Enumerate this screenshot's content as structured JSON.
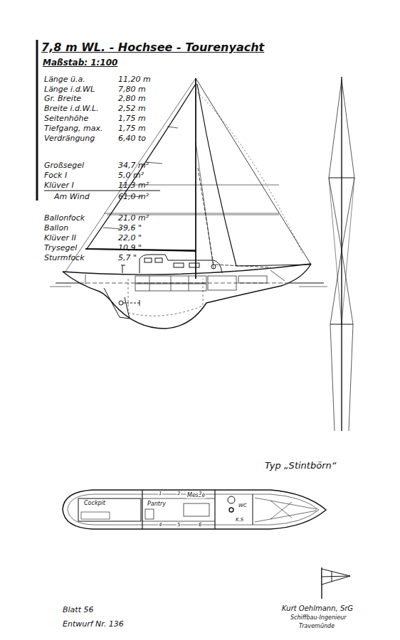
{
  "diagram": {
    "title": "7,8 m WL. - Hochsee - Tourenyacht",
    "labels": [
      "Maßstab: 1:100",
      "Länge ü.a.",
      "11,20 m",
      "Länge i.d.WL",
      "7,80 m",
      "Gr. Breite",
      "2,80 m",
      "Breite i.d.W.L.",
      "2,52 m",
      "Seitenhöhe",
      "1,75 m",
      "Tiefgang, max.",
      "1,75 m",
      "Verdrängung",
      "6,40 to",
      "Großsegel",
      "34,7 m²",
      "Fock I",
      "5,0 m²",
      "Klüver I",
      "11,3 m²",
      "Am Wind",
      "61,0 m²",
      "Ballonfock",
      "21,0 m²",
      "Ballon",
      "39,6 \"",
      "Klüver II",
      "22,0 \"",
      "Trysegel",
      "10,9 \"",
      "Sturmfock",
      "5,7 \"",
      "Typ „Stintbörn“",
      "Cockpit",
      "Pantry",
      "Messe",
      "WC",
      "K.S",
      "1",
      "2",
      "3",
      "4",
      "5",
      "6",
      "Blatt 56",
      "Entwurf Nr. 136",
      "Kurt Oehlmann, SrG",
      "Schiffbau-Ingenieur",
      "Travemünde"
    ]
  }
}
